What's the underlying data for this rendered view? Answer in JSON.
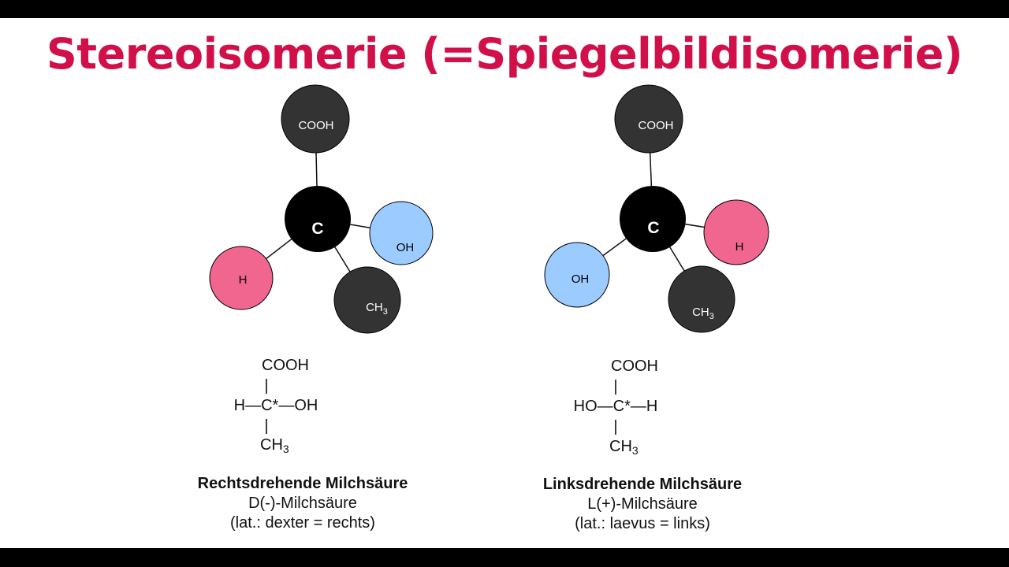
{
  "title": "Stereoisomerie (=Spiegelbildisomerie)",
  "colors": {
    "title": "#d1104a",
    "dark_atom": "#333333",
    "carbon_atom": "#000000",
    "hydrogen_atom": "#f0668e",
    "hydroxyl_atom": "#9ccbff",
    "bond": "#111111"
  },
  "left": {
    "model": {
      "carbon": "C",
      "cooh": "COOH",
      "oh": "OH",
      "h": "H",
      "ch3_main": "CH",
      "ch3_sub": "3"
    },
    "formula": {
      "top": "COOH",
      "vbar_top": "|",
      "middle": "H—C*—OH",
      "vbar_bottom": "|",
      "bottom_main": "CH",
      "bottom_sub": "3"
    },
    "caption": {
      "name": "Rechtsdrehende Milchsäure",
      "short": "D(-)-Milchsäure",
      "latin": "(lat.: dexter = rechts)"
    }
  },
  "right": {
    "model": {
      "carbon": "C",
      "cooh": "COOH",
      "oh": "OH",
      "h": "H",
      "ch3_main": "CH",
      "ch3_sub": "3"
    },
    "formula": {
      "top": "COOH",
      "vbar_top": "|",
      "middle": "HO—C*—H",
      "vbar_bottom": "|",
      "bottom_main": "CH",
      "bottom_sub": "3"
    },
    "caption": {
      "name": "Linksdrehende Milchsäure",
      "short": "L(+)-Milchsäure",
      "latin": "(lat.: laevus = links)"
    }
  }
}
